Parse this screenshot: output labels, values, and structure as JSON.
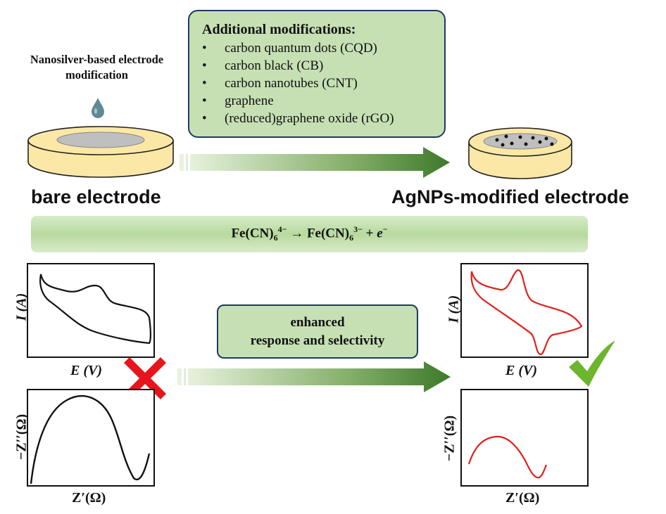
{
  "modifications": {
    "title": "Additional modifications:",
    "items": [
      "carbon quantum dots (CQD)",
      "carbon black (CB)",
      "carbon nanotubes (CNT)",
      "graphene",
      "(reduced)graphene oxide (rGO)"
    ],
    "bullet": "•"
  },
  "left": {
    "step_label": "Nanosilver-based electrode modification",
    "electrode_label": "bare electrode",
    "cv_ylabel": "I (A)",
    "cv_xlabel": "E (V)",
    "eis_ylabel": "−Z′′(Ω)",
    "eis_xlabel": "Z′(Ω)"
  },
  "right": {
    "electrode_label": "AgNPs-modified electrode",
    "cv_ylabel": "I (A)",
    "cv_xlabel": "E (V)",
    "eis_ylabel": "−Z′′(Ω)",
    "eis_xlabel": "Z′(Ω)"
  },
  "reaction": {
    "reactant": "Fe(CN)",
    "reactant_sub": "6",
    "reactant_sup": "4−",
    "arrow": "→",
    "product": "Fe(CN)",
    "product_sub": "6",
    "product_sup": "3−",
    "plus": "+",
    "electron": "e",
    "electron_sup": "−"
  },
  "enhanced": {
    "line1": "enhanced",
    "line2": "response and selectivity"
  },
  "colors": {
    "box_fill": "#c6e0b4",
    "box_border": "#1f3864",
    "arrow_dark": "#3d7a2a",
    "bad_curve": "#111111",
    "good_curve": "#e0201b",
    "cross": "#e8141b",
    "check": "#6cb52d",
    "electrode_body": "#fbe8a6",
    "electrode_surface": "#bfbfbf",
    "drop": "#5f8a96"
  },
  "icons": [
    "droplet-icon",
    "cross-icon",
    "checkmark-icon",
    "arrow-icon"
  ]
}
